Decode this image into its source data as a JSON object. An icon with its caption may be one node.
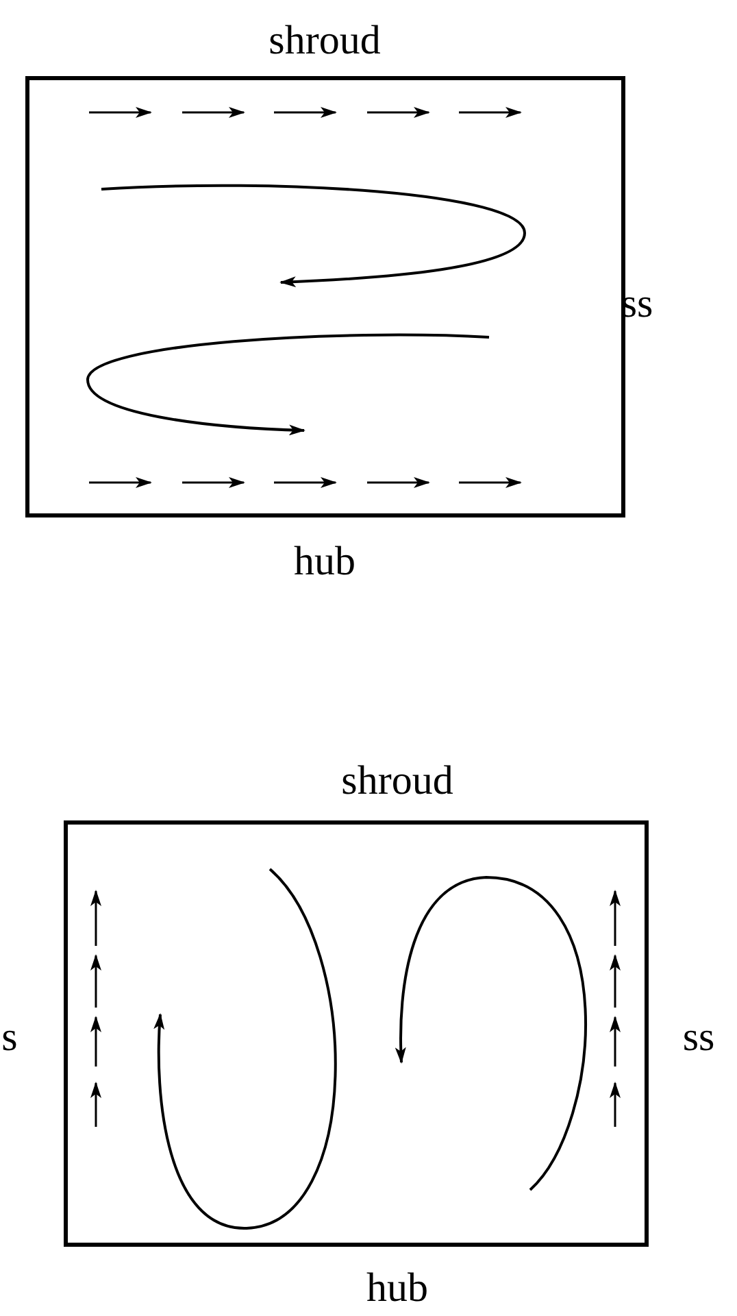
{
  "diagram": {
    "labels": [
      "shroud",
      "ss",
      "hub",
      "shroud",
      "s",
      "ss",
      "hub"
    ]
  }
}
